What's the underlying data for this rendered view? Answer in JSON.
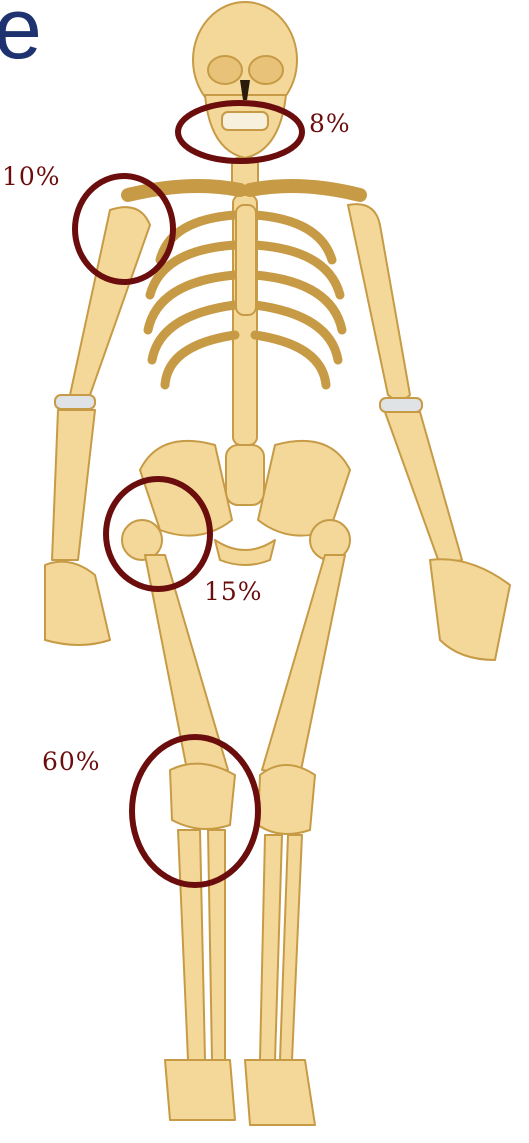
{
  "title_fragment": "e",
  "annotations": [
    {
      "id": "jaw",
      "label": "8%"
    },
    {
      "id": "shoulder",
      "label": "10%"
    },
    {
      "id": "hip",
      "label": "15%"
    },
    {
      "id": "knee",
      "label": "60%"
    }
  ],
  "colors": {
    "bone": "#f3d89a",
    "bone_outline": "#c79b46",
    "cartilage": "#dfe3e6",
    "circle": "#6b0d0d",
    "label": "#6b0d0d",
    "heading": "#1f3270"
  }
}
